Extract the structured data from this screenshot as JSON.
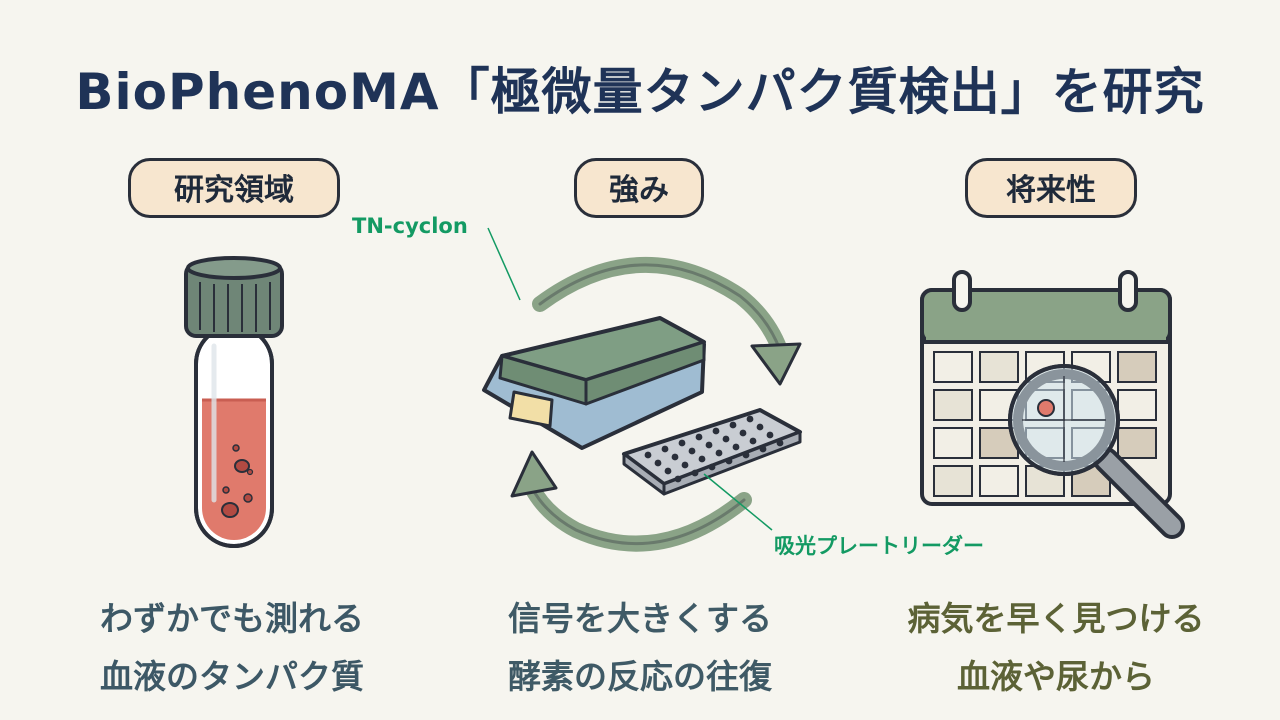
{
  "title": "BioPhenoMA「極微量タンパク質検出」を研究",
  "columns": [
    {
      "heading": "研究領域",
      "icon": "test-tube-icon",
      "caption_lines": [
        "わずかでも測れる",
        "血液のタンパク質"
      ]
    },
    {
      "heading": "強み",
      "icon": "plate-reader-cycle-icon",
      "caption_lines": [
        "信号を大きくする",
        "酵素の反応の往復"
      ]
    },
    {
      "heading": "将来性",
      "icon": "calendar-magnifier-icon",
      "caption_lines": [
        "病気を早く見つける",
        "血液や尿から"
      ]
    }
  ],
  "annotations": {
    "tn_cyclon": "TN-cyclon",
    "plate_reader": "吸光プレートリーダー"
  },
  "colors": {
    "title": "#1f3357",
    "pill_fill": "#f7e6cf",
    "annotation": "#139a63",
    "sage": "#8aa387",
    "blood": "#e07a6c"
  }
}
